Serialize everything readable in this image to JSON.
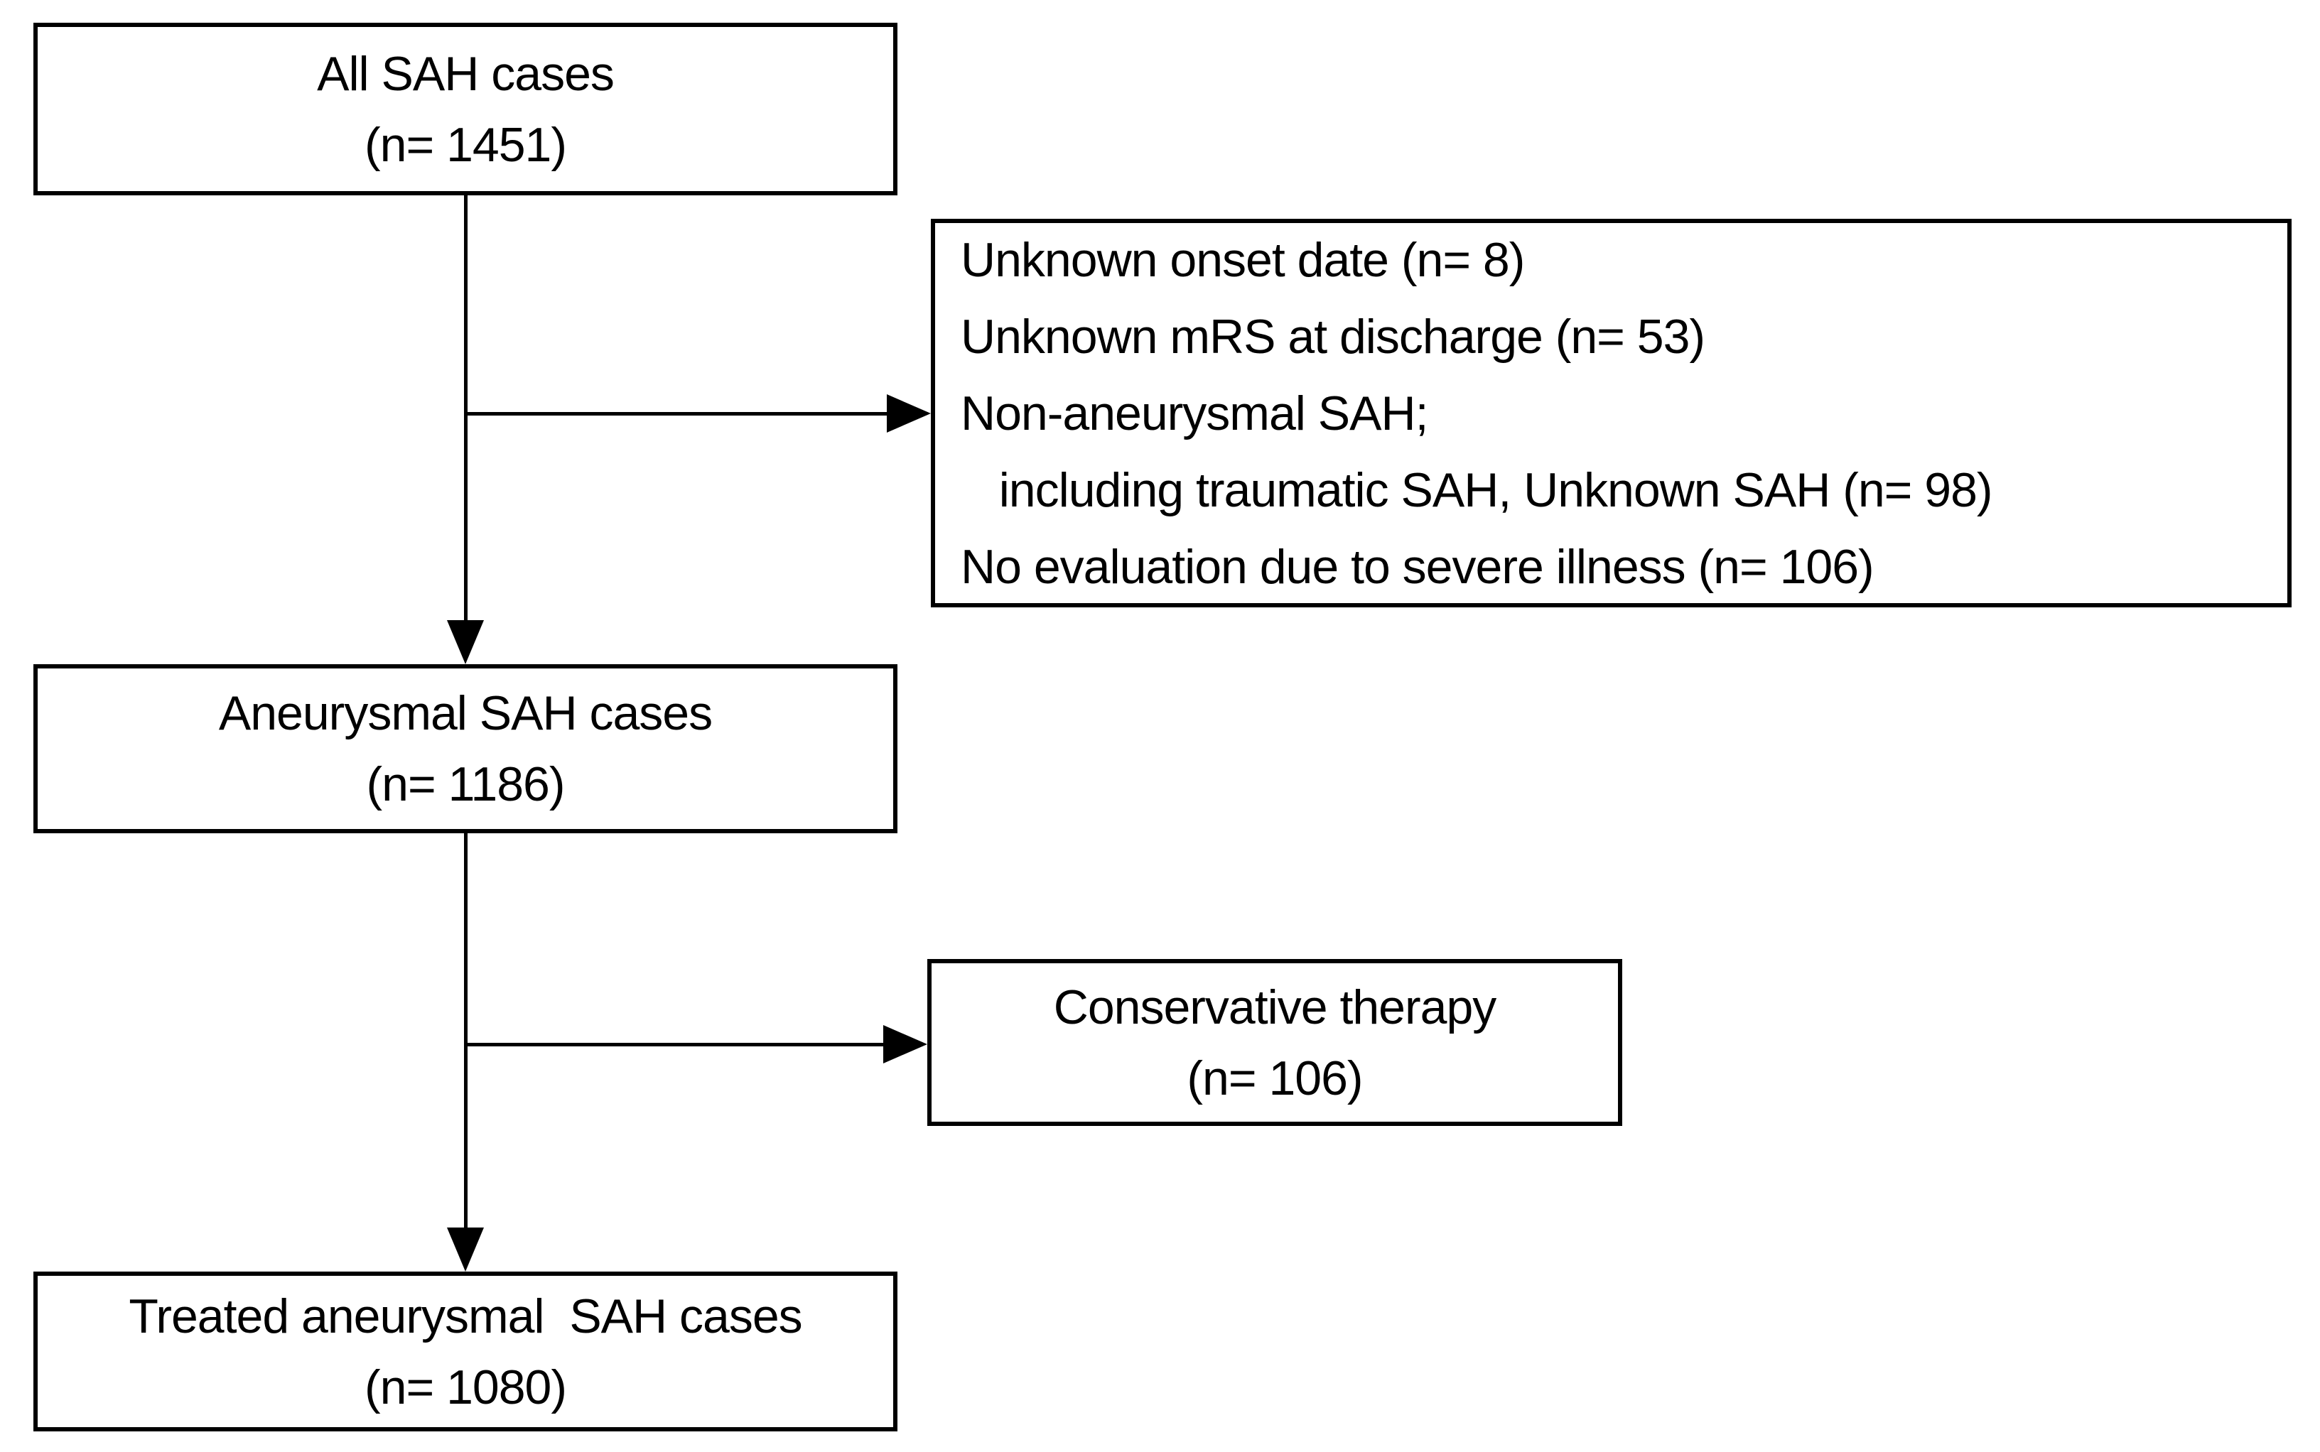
{
  "diagram": {
    "type": "flowchart",
    "background_color": "#ffffff",
    "line_color": "#000000",
    "text_color": "#000000",
    "nodes": {
      "all_sah": {
        "title": "All SAH cases",
        "count": "(n= 1451)"
      },
      "exclusions": {
        "lines": [
          "Unknown onset date (n= 8)",
          "Unknown mRS at discharge (n= 53)",
          "Non-aneurysmal SAH;",
          "   including traumatic SAH, Unknown SAH (n= 98)",
          "No evaluation due to severe illness (n= 106)"
        ]
      },
      "aneurysmal_sah": {
        "title": "Aneurysmal SAH cases",
        "count": "(n= 1186)"
      },
      "conservative": {
        "title": "Conservative therapy",
        "count": "(n= 106)"
      },
      "treated": {
        "title": "Treated aneurysmal  SAH cases",
        "count": "(n= 1080)"
      }
    }
  }
}
